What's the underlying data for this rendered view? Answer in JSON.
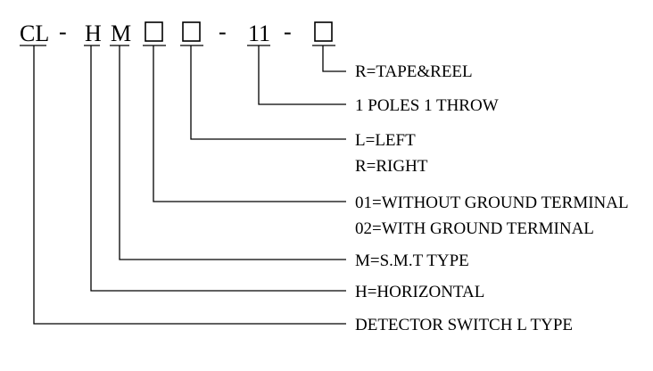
{
  "part_number": {
    "prefix": "CL",
    "dash1": "-",
    "char_h": "H",
    "char_m": "M",
    "dash2": "-",
    "poles_code": "11",
    "dash3": "-"
  },
  "legend": {
    "packaging": "R=TAPE&REEL",
    "poles": "1 POLES 1 THROW",
    "direction_left": "L=LEFT",
    "direction_right": "R=RIGHT",
    "ground_without": "01=WITHOUT GROUND TERMINAL",
    "ground_with": "02=WITH GROUND TERMINAL",
    "mount": "M=S.M.T TYPE",
    "orientation": "H=HORIZONTAL",
    "series": "DETECTOR SWITCH L TYPE"
  }
}
